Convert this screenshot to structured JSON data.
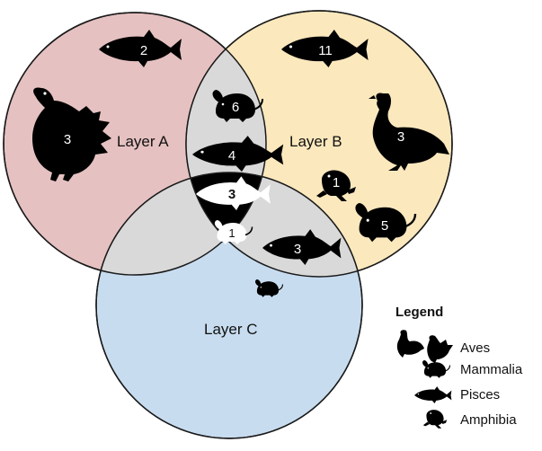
{
  "colors": {
    "layer_a": "#e6c1c1",
    "layer_b": "#fbe8bd",
    "layer_c": "#c8dcef",
    "pairwise_overlap": "#d9d9d9",
    "triple_overlap": "#000000",
    "silhouette": "#000000"
  },
  "layers": {
    "a": {
      "label": "Layer A"
    },
    "b": {
      "label": "Layer B"
    },
    "c": {
      "label": "Layer C"
    }
  },
  "regions": {
    "a_only": {
      "pisces": "2",
      "aves": "3"
    },
    "b_only": {
      "pisces": "11",
      "aves": "3",
      "amphibia": "1",
      "mammalia": "5"
    },
    "a_b": {
      "mammalia": "6",
      "pisces": "4"
    },
    "a_b_c": {
      "pisces": "3",
      "mammalia": "1"
    },
    "b_c": {
      "pisces": "3"
    },
    "c_only": {
      "mammalia": ""
    }
  },
  "legend": {
    "title": "Legend",
    "items": [
      {
        "label": "Aves",
        "icon": "bird-icon"
      },
      {
        "label": "Mammalia",
        "icon": "rodent-icon"
      },
      {
        "label": "Pisces",
        "icon": "fish-icon"
      },
      {
        "label": "Amphibia",
        "icon": "frog-icon"
      }
    ]
  }
}
